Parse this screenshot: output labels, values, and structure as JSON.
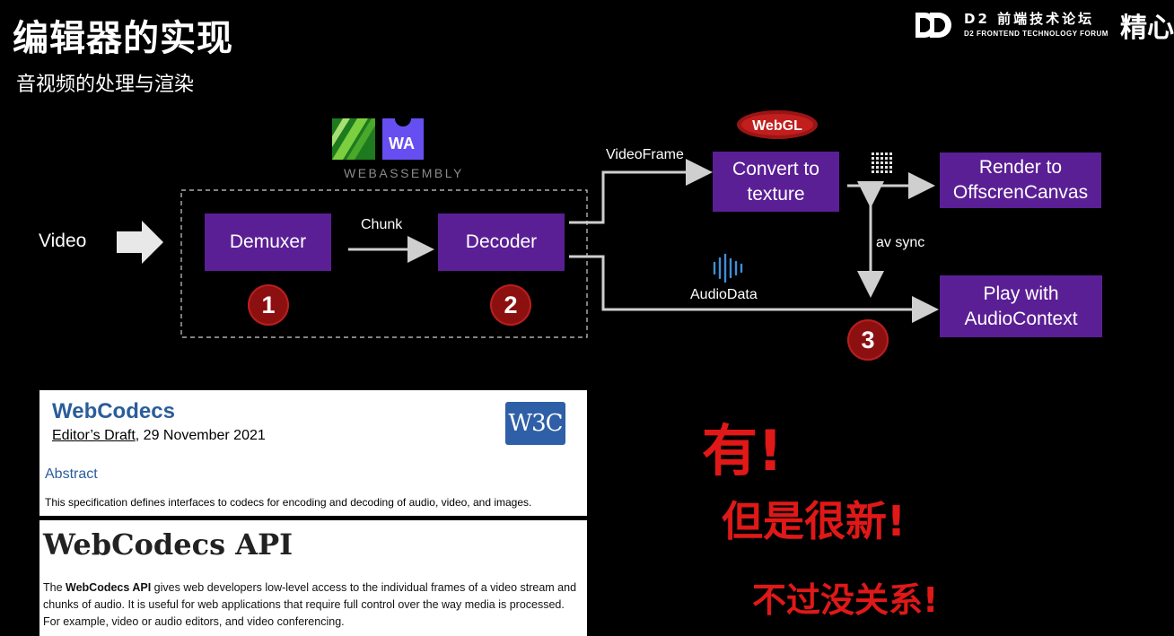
{
  "header": {
    "title": "编辑器的实现",
    "subtitle": "音视频的处理与渲染"
  },
  "brand": {
    "name_cn": "D2 前端技术论坛",
    "name_en": "D2 FRONTEND TECHNOLOGY FORUM",
    "extra": "精心"
  },
  "logos": {
    "wa_text": "WA",
    "webassembly_text": "WEBASSEMBLY",
    "webgl_text": "WebGL",
    "w3c_text": "W3C"
  },
  "flow": {
    "video_label": "Video",
    "demuxer": "Demuxer",
    "chunk_label": "Chunk",
    "decoder": "Decoder",
    "videoframe_label": "VideoFrame",
    "convert_box": "Convert to texture",
    "render_box": "Render to OffscrenCanvas",
    "av_sync_label": "av sync",
    "audiodata_label": "AudioData",
    "play_box": "Play with AudioContext",
    "badges": [
      "1",
      "2",
      "3"
    ]
  },
  "spec_panel": {
    "title": "WebCodecs",
    "draft_prefix": "Editor’s Draft",
    "draft_date": ", 29 November 2021",
    "abstract_heading": "Abstract",
    "abstract_text": "This specification defines interfaces to codecs for encoding and decoding of audio, video, and images."
  },
  "mdn_panel": {
    "title": "WebCodecs API",
    "desc_prefix": "The ",
    "desc_bold": "WebCodecs API",
    "desc_rest": " gives web developers low-level access to the individual frames of a video stream and chunks of audio. It is useful for web applications that require full control over the way media is processed. For example, video or audio editors, and video conferencing."
  },
  "annotations": {
    "line1": "有!",
    "line2": "但是很新!",
    "line3": "不过没关系!"
  },
  "colors": {
    "box": "#5b1f95",
    "badge": "#8c1010",
    "annotation": "#e01818",
    "link": "#2a5d9a"
  }
}
